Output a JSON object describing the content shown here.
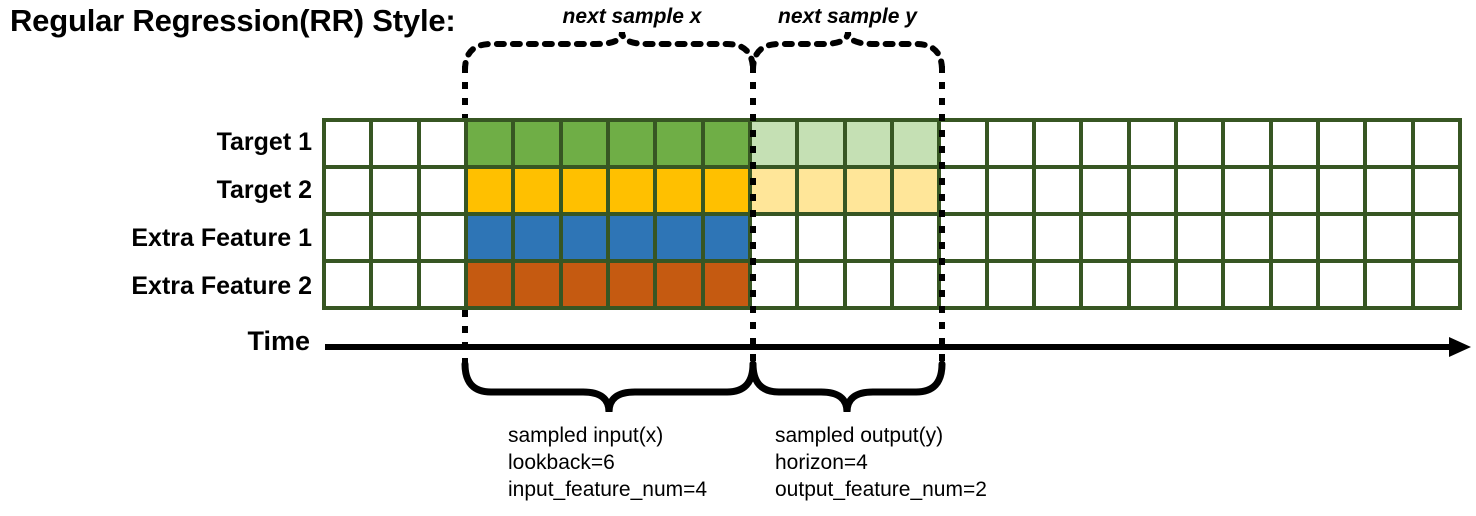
{
  "title": "Regular Regression(RR) Style:",
  "top_annotations": {
    "next_x": "next sample x",
    "next_y": "next sample y"
  },
  "rows": [
    {
      "label": "Target 1",
      "fill": "#6fae46",
      "light_fill": "#c5e0b4",
      "has_output": true
    },
    {
      "label": "Target 2",
      "fill": "#ffc000",
      "light_fill": "#ffe699",
      "has_output": true
    },
    {
      "label": "Extra Feature 1",
      "fill": "#2e75b6",
      "light_fill": "#ffffff",
      "has_output": false
    },
    {
      "label": "Extra Feature 2",
      "fill": "#c55a11",
      "light_fill": "#ffffff",
      "has_output": false
    }
  ],
  "grid": {
    "total_columns": 24,
    "leading_blank_columns": 3,
    "input_columns": 6,
    "output_columns": 4,
    "trailing_blank_columns": 11,
    "border_color": "#375623",
    "empty_cell_color": "#ffffff"
  },
  "axis": {
    "label": "Time"
  },
  "bottom_annotations": {
    "input": {
      "title": "sampled input(x)",
      "line2": "lookback=6",
      "line3": "input_feature_num=4"
    },
    "output": {
      "title": "sampled output(y)",
      "line2": "horizon=4",
      "line3": "output_feature_num=2"
    }
  }
}
